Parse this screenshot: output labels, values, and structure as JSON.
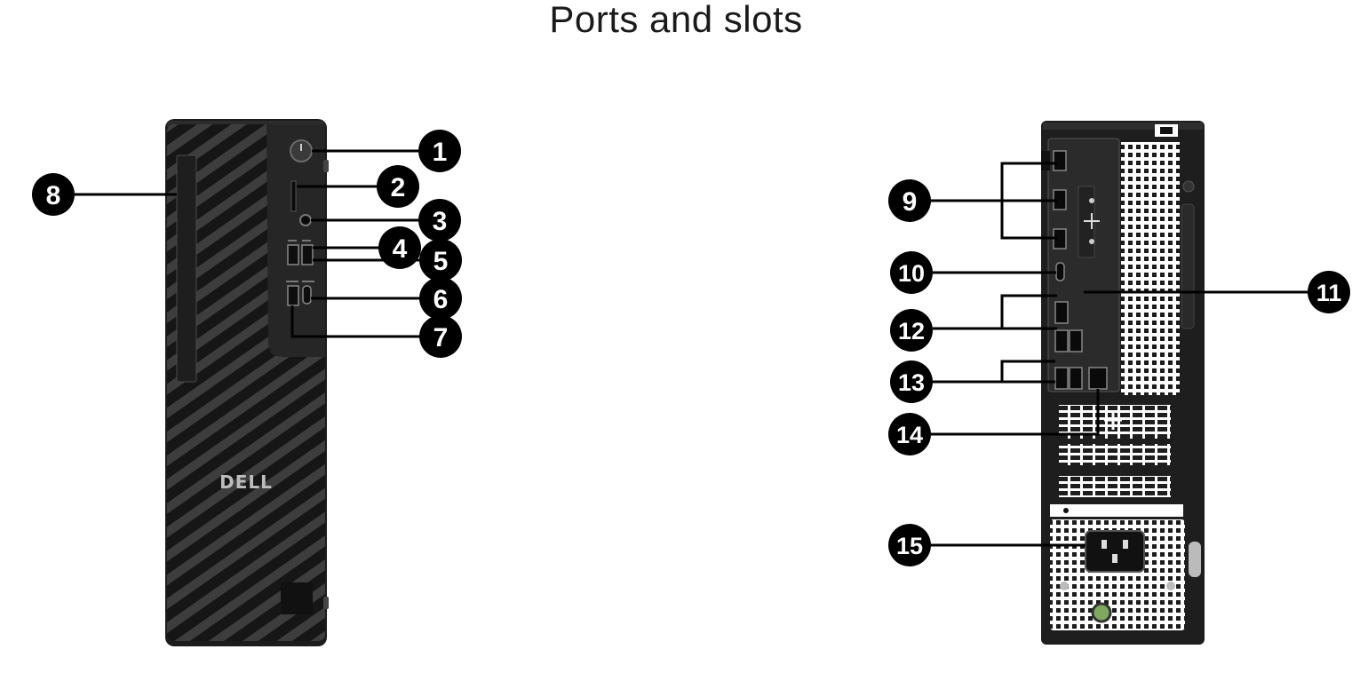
{
  "title": "Ports and slots",
  "brand_logo": "DELL",
  "colors": {
    "chassis": "#1c1c1c",
    "panel": "#2a2a2a",
    "callout": "#000000",
    "callout_text": "#ffffff",
    "leader": "#000000"
  },
  "front_view": {
    "callouts": [
      "1",
      "2",
      "3",
      "4",
      "5",
      "6",
      "7",
      "8"
    ]
  },
  "rear_view": {
    "callouts": [
      "9",
      "10",
      "11",
      "12",
      "13",
      "14",
      "15"
    ]
  }
}
